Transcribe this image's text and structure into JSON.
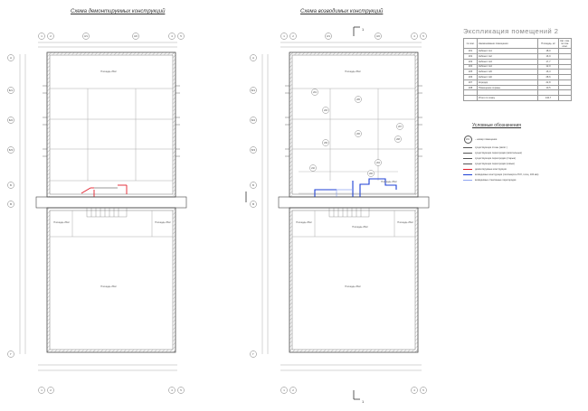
{
  "titles": {
    "demolition": "Схема демонтируемых конструкций",
    "erection": "Схема возводимых конструкций"
  },
  "axes": {
    "top": [
      "1",
      "2",
      "3/1",
      "3/2",
      "4",
      "5"
    ],
    "side": [
      "А",
      "Б/1",
      "Б/2",
      "Б/3",
      "Б",
      "В",
      "Г"
    ]
  },
  "rooms": {
    "top_hall": "Площадь 25м²",
    "lower_hall": "Площадь 25м²",
    "lower_right": "Площадь 25м²",
    "big_hall": "Площадь 25м²",
    "right_room_1": "Площадь 25м²",
    "right_room_2": "Площадь 25м²"
  },
  "room_numbers": [
    "201",
    "203",
    "205",
    "206",
    "207",
    "208",
    "209",
    "210",
    "204",
    "206"
  ],
  "section_marks": {
    "top": "1",
    "bottom": "1"
  },
  "explication": {
    "title": "Экспликация помещений 2",
    "headers": [
      "№ пом.",
      "Наименование помещения",
      "Площадь, м²",
      "Кат. пом. по пож. опас."
    ],
    "rows": [
      [
        "201",
        "Кабинет №1",
        "18,0",
        ""
      ],
      [
        "202",
        "Кабинет №2",
        "16,9",
        ""
      ],
      [
        "203",
        "Кабинет №3",
        "17,7",
        ""
      ],
      [
        "204",
        "Кабинет №4",
        "12,0",
        ""
      ],
      [
        "205",
        "Кабинет №5",
        "16,3",
        ""
      ],
      [
        "206",
        "Кабинет №6",
        "28,6",
        ""
      ],
      [
        "207",
        "Коридор",
        "22,8",
        ""
      ],
      [
        "208",
        "Помещение охраны",
        "10,5",
        ""
      ],
      [
        "",
        "",
        "",
        ""
      ],
      [
        "",
        "Итого по этажу",
        "142,7",
        ""
      ]
    ]
  },
  "legend": {
    "title": "Условные обозначения",
    "items": [
      {
        "symbol": "201",
        "label": "– номер помещения"
      },
      {
        "symbol": "line-gray",
        "label": "существующие стены (капит.)"
      },
      {
        "symbol": "line-gray",
        "label": "существующие перегородки (капитальные)"
      },
      {
        "symbol": "line-gray",
        "label": "существующие перегородки (старые)"
      },
      {
        "symbol": "line-gray",
        "label": "существующие перегородки (новые)"
      },
      {
        "symbol": "line-red",
        "label": "демонтируемые конструкции"
      },
      {
        "symbol": "line-blue",
        "label": "возводимые конструкции (гипсокартон ГКЛ, толщ. 100 мм)"
      },
      {
        "symbol": "line-lightblue",
        "label": "возводимые стеклянные перегородки"
      }
    ]
  },
  "colors": {
    "wall": "#444444",
    "partition": "#aaaaaa",
    "demolition": "#e11d2a",
    "new_wall": "#1d3fd6",
    "glass": "#8fa5f0"
  }
}
